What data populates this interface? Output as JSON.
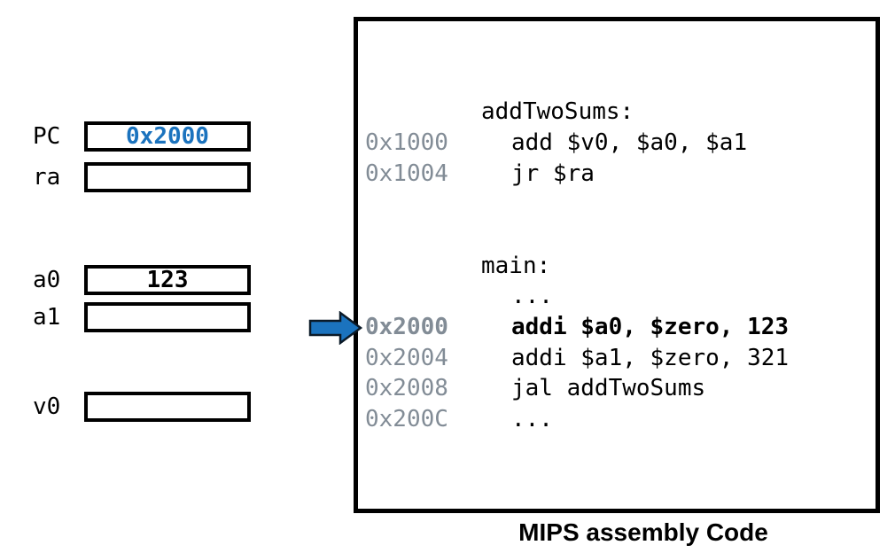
{
  "colors": {
    "accent_blue": "#1B73BE",
    "address_gray": "#828C96",
    "arrow_outline": "#0B1A28",
    "text_black": "#000000"
  },
  "registers": [
    {
      "name": "PC",
      "value": "0x2000"
    },
    {
      "name": "ra",
      "value": ""
    },
    {
      "name": "a0",
      "value": "123"
    },
    {
      "name": "a1",
      "value": ""
    },
    {
      "name": "v0",
      "value": ""
    }
  ],
  "code_panel": {
    "caption": "MIPS assembly Code",
    "lines": [
      {
        "kind": "label",
        "address": "",
        "text": "addTwoSums:"
      },
      {
        "kind": "instruction",
        "address": "0x1000",
        "text": "add $v0, $a0, $a1"
      },
      {
        "kind": "instruction",
        "address": "0x1004",
        "text": "jr $ra"
      },
      {
        "kind": "blank",
        "address": "",
        "text": ""
      },
      {
        "kind": "blank",
        "address": "",
        "text": ""
      },
      {
        "kind": "label",
        "address": "",
        "text": "main:"
      },
      {
        "kind": "instruction",
        "address": "",
        "text": "..."
      },
      {
        "kind": "instruction",
        "address": "0x2000",
        "text": "addi $a0, $zero, 123",
        "current": true
      },
      {
        "kind": "instruction",
        "address": "0x2004",
        "text": "addi $a1, $zero, 321"
      },
      {
        "kind": "instruction",
        "address": "0x2008",
        "text": "jal addTwoSums"
      },
      {
        "kind": "instruction",
        "address": "0x200C",
        "text": "..."
      }
    ]
  },
  "pointer": {
    "fill": "#1B73BE",
    "outline": "#0B1A28"
  }
}
